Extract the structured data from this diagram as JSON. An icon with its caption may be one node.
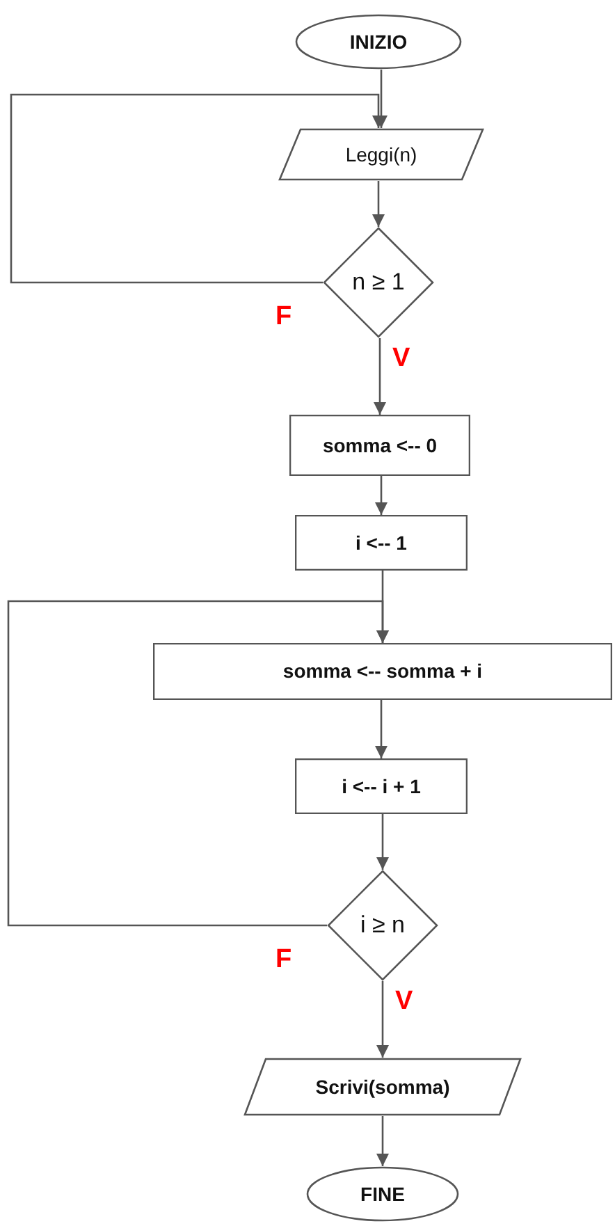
{
  "diagram": {
    "nodes": [
      {
        "text": [
          "INIZIO"
        ]
      },
      {
        "text": [
          "Leggi(n)"
        ]
      },
      {
        "text": [
          "n ≥ 1"
        ]
      },
      {
        "text": [
          "somma <-- 0"
        ]
      },
      {
        "text": [
          "i <-- 1"
        ]
      },
      {
        "text": [
          "somma <-- somma + i"
        ]
      },
      {
        "text": [
          "i <-- i + 1"
        ]
      },
      {
        "text": [
          "i ≥ n"
        ]
      },
      {
        "text": [
          "Scrivi(somma)"
        ]
      },
      {
        "text": [
          "FINE"
        ]
      }
    ],
    "edges": [
      {
        "from": 0,
        "to": 1,
        "arrow": "to"
      },
      {
        "from": 1,
        "to": 2,
        "arrow": "to"
      },
      {
        "from": 2,
        "to": 1,
        "arrow": "to",
        "label": "F"
      },
      {
        "from": 2,
        "to": 3,
        "arrow": "to",
        "label": "V"
      },
      {
        "from": 3,
        "to": 4,
        "arrow": "to"
      },
      {
        "from": 4,
        "to": 5,
        "arrow": "to"
      },
      {
        "from": 5,
        "to": 6,
        "arrow": "to"
      },
      {
        "from": 6,
        "to": 7,
        "arrow": "to"
      },
      {
        "from": 7,
        "to": 5,
        "arrow": "to",
        "label": "F"
      },
      {
        "from": 7,
        "to": 8,
        "arrow": "to",
        "label": "V"
      },
      {
        "from": 8,
        "to": 9,
        "arrow": "to"
      }
    ]
  }
}
